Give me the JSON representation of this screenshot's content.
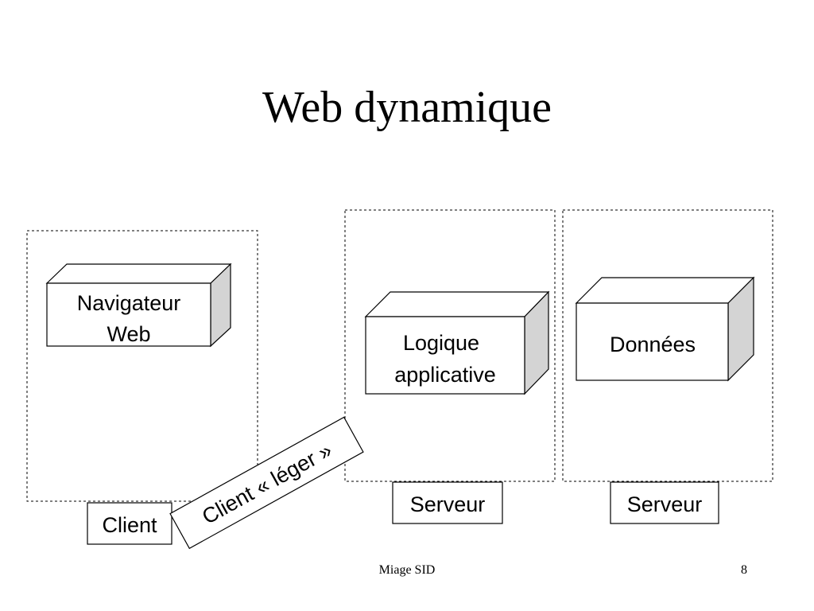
{
  "slide": {
    "title": "Web dynamique",
    "footer": "Miage SID",
    "page_number": "8"
  },
  "diagram": {
    "nodes": {
      "browser": {
        "line1": "Navigateur",
        "line2": "Web"
      },
      "logic": {
        "line1": "Logique",
        "line2": "applicative"
      },
      "data": {
        "line1": "Données"
      }
    },
    "tier_labels": {
      "client": "Client",
      "server_app": "Serveur",
      "server_data": "Serveur"
    },
    "callout": "Client « léger »"
  },
  "colors": {
    "box_face": "#ffffff",
    "box_side": "#d4d4d4",
    "box_top": "#ffffff",
    "stroke": "#000000"
  }
}
